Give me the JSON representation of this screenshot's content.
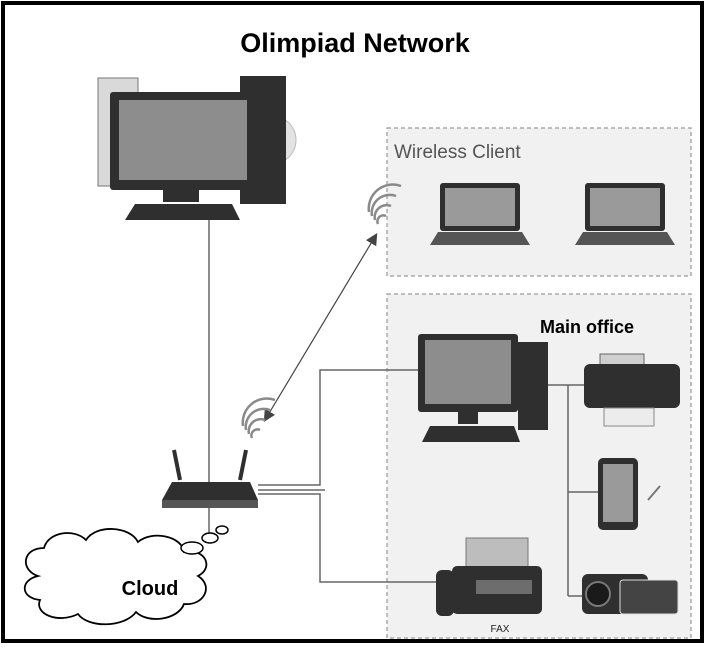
{
  "diagram": {
    "title": "Olimpiad Network",
    "groups": {
      "wireless": {
        "label": "Wireless Client"
      },
      "main_office": {
        "label": "Main office"
      }
    },
    "cloud": {
      "label": "Cloud"
    },
    "fax": {
      "label": "FAX"
    }
  },
  "colors": {
    "frame": "#000000",
    "group_border": "#aaaaaa",
    "group_fill": "#f1f1f1",
    "connector": "#777777",
    "device_dark": "#2f2f2f",
    "screen": "#8d8d8d"
  },
  "icons": [
    "desktop-computer-icon",
    "laptop-icon",
    "wifi-signal-icon",
    "router-icon",
    "cloud-icon",
    "printer-icon",
    "tablet-icon",
    "camcorder-icon",
    "fax-machine-icon"
  ]
}
